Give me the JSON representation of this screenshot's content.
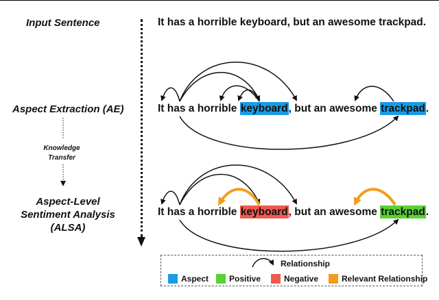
{
  "stages": {
    "input": "Input Sentence",
    "ae": "Aspect Extraction (AE)",
    "transfer_line1": "Knowledge",
    "transfer_line2": "Transfer",
    "alsa_line1": "Aspect-Level",
    "alsa_line2": "Sentiment Analysis",
    "alsa_line3": "(ALSA)"
  },
  "sentence_input": "It has a horrible keyboard, but an awesome trackpad.",
  "sentence_ae": {
    "pre": "It has a horrible ",
    "aspect1": "keyboard",
    "mid": ", but an awesome ",
    "aspect2": "trackpad",
    "end": "."
  },
  "sentence_alsa": {
    "pre": "It has a horrible ",
    "aspect1": "keyboard",
    "mid": ", but an awesome ",
    "aspect2": "trackpad",
    "end": "."
  },
  "legend": {
    "relationship": "Relationship",
    "aspect": "Aspect",
    "positive": "Positive",
    "negative": "Negative",
    "relevant": "Relevant Relationship"
  },
  "colors": {
    "aspect": "#1a9be5",
    "positive": "#5ad134",
    "negative": "#ef5a4e",
    "relevant": "#f39c1a"
  }
}
